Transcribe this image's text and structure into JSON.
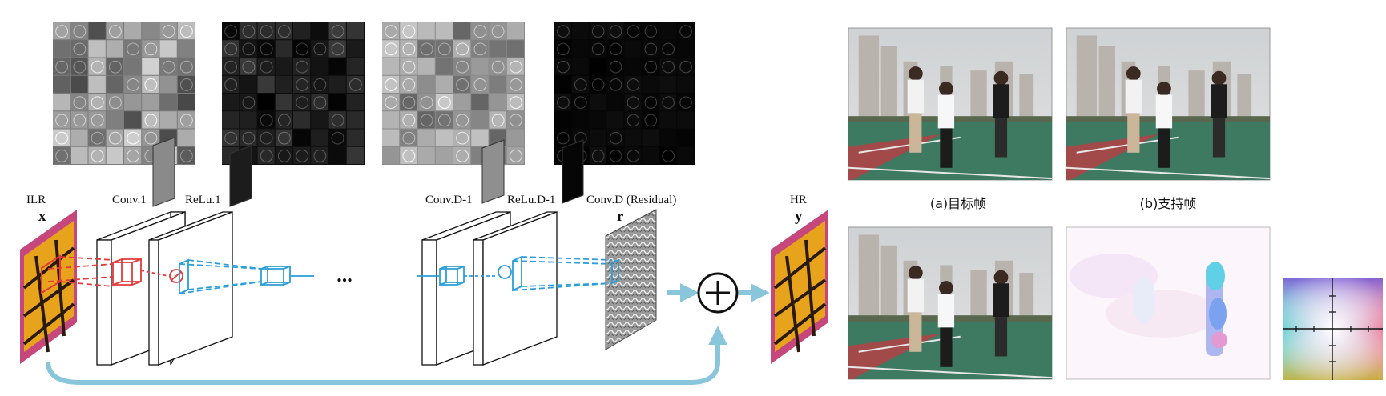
{
  "network": {
    "input_label": "ILR",
    "input_var": "x",
    "output_label": "HR",
    "output_var": "y",
    "residual_var": "r",
    "ellipsis": "...",
    "plus_symbol": "+",
    "layers": [
      {
        "label": "Conv.1"
      },
      {
        "label": "ReLu.1"
      },
      {
        "label": "Conv.D-1"
      },
      {
        "label": "ReLu.D-1"
      },
      {
        "label": "Conv.D (Residual)"
      }
    ],
    "colors": {
      "conv_front": "#e23a3a",
      "conv_back": "#2a9ed8",
      "skip_arrow": "#8ac6db",
      "butterfly_wing": "#e8a31c",
      "butterfly_vein": "#2a1a0c",
      "butterfly_bg": "#c6477c"
    }
  },
  "frames": {
    "captions": [
      "(a)目标帧",
      "(b)支持帧"
    ],
    "colors": {
      "sky": "#d5d7d8",
      "court_green": "#3e7a62",
      "court_red": "#a24a4a"
    }
  }
}
